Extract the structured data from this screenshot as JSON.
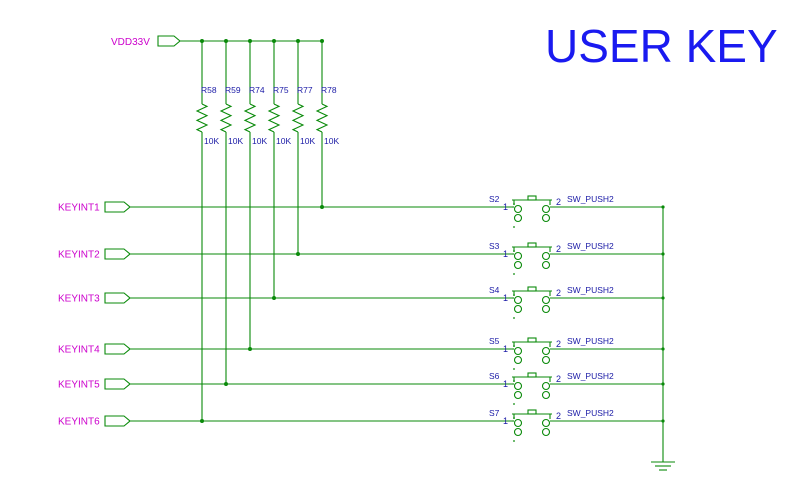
{
  "title": "USER KEY",
  "supply": {
    "net": "VDD33V"
  },
  "resistors": [
    {
      "ref": "R58",
      "value": "10K"
    },
    {
      "ref": "R59",
      "value": "10K"
    },
    {
      "ref": "R74",
      "value": "10K"
    },
    {
      "ref": "R75",
      "value": "10K"
    },
    {
      "ref": "R77",
      "value": "10K"
    },
    {
      "ref": "R78",
      "value": "10K"
    }
  ],
  "keys": [
    {
      "net": "KEYINT1",
      "switch": "S2",
      "part": "SW_PUSH2",
      "pin1": "1",
      "pin2": "2"
    },
    {
      "net": "KEYINT2",
      "switch": "S3",
      "part": "SW_PUSH2",
      "pin1": "1",
      "pin2": "2"
    },
    {
      "net": "KEYINT3",
      "switch": "S4",
      "part": "SW_PUSH2",
      "pin1": "1",
      "pin2": "2"
    },
    {
      "net": "KEYINT4",
      "switch": "S5",
      "part": "SW_PUSH2",
      "pin1": "1",
      "pin2": "2"
    },
    {
      "net": "KEYINT5",
      "switch": "S6",
      "part": "SW_PUSH2",
      "pin1": "1",
      "pin2": "2"
    },
    {
      "net": "KEYINT6",
      "switch": "S7",
      "part": "SW_PUSH2",
      "pin1": "1",
      "pin2": "2"
    }
  ],
  "colors": {
    "wire": "#0a8a0a",
    "net_label": "#cc00cc",
    "ref_label": "#1a1aa6",
    "title": "#1a1af0"
  }
}
